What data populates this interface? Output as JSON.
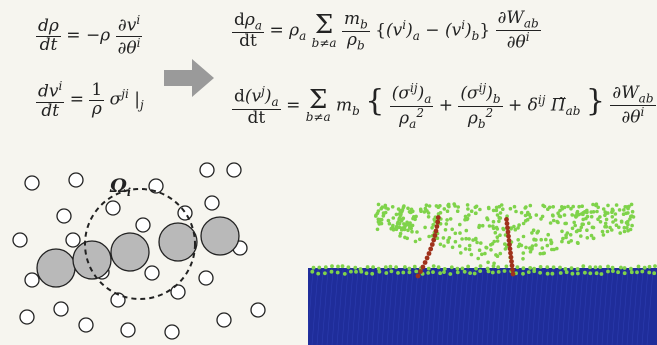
{
  "equations": {
    "left": {
      "continuity_lhs": "dρ/dt",
      "continuity_rhs": "= −ρ ∂v^i/∂θ^i",
      "momentum_lhs": "dv^i/dt",
      "momentum_rhs": "= (1/ρ) σ^{ji} |_j"
    },
    "right": {
      "continuity_lhs": "dρ_a/dt",
      "continuity_rhs": "= ρ_a Σ_{b≠a} (m_b/ρ_b) {(v^i)_a − (v^i)_b} ∂W_ab/∂θ^i",
      "momentum_lhs": "d(v^j)_a/dt",
      "momentum_rhs": "= Σ_{b≠a} m_b { (σ^ij)_a/ρ_a² + (σ^ij)_b/ρ_b² + δ^ij Π̃_ab } ∂W_ab/∂θ^i"
    }
  },
  "labels": {
    "omega": "Ω",
    "omega_sub": "i"
  },
  "colors": {
    "background": "#f6f5ef",
    "arrow": "#9a9a9a",
    "particle_fill": "#b9b9b9",
    "sim_particles": "#7fd34a",
    "sim_base": "#1f2d9a",
    "sim_highlight": "#a0321c"
  }
}
